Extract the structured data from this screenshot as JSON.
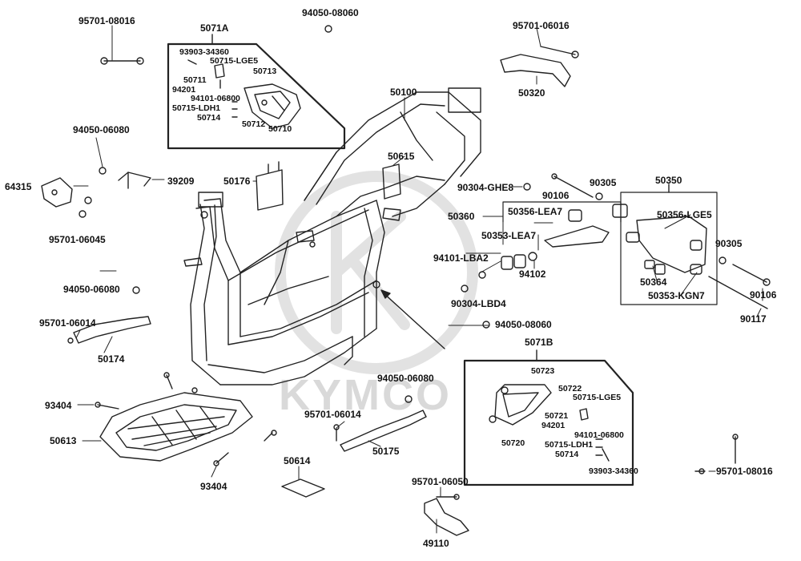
{
  "watermark": "KYMCO",
  "labels": {
    "l95701_08016_top": "95701-08016",
    "l5071A": "5071A",
    "l94050_08060_top": "94050-08060",
    "l95701_06016": "95701-06016",
    "l50320": "50320",
    "l93903_34360_a": "93903-34360",
    "l50715_LGE5_a": "50715-LGE5",
    "l50711": "50711",
    "l94201_a": "94201",
    "l50713": "50713",
    "l94101_06800_a": "94101-06800",
    "l50715_LDH1_a": "50715-LDH1",
    "l50714_a": "50714",
    "l50712": "50712",
    "l50710": "50710",
    "l50100": "50100",
    "l94050_06080_a": "94050-06080",
    "l64315": "64315",
    "l39209": "39209",
    "l50176": "50176",
    "l50615": "50615",
    "l90304_GHE8": "90304-GHE8",
    "l90305_a": "90305",
    "l50350": "50350",
    "l90106_a": "90106",
    "l95701_06045": "95701-06045",
    "l50360": "50360",
    "l50356_LEA7": "50356-LEA7",
    "l50356_LGE5": "50356-LGE5",
    "l50353_LEA7": "50353-LEA7",
    "l94101_LBA2": "94101-LBA2",
    "l94102": "94102",
    "l90305_b": "90305",
    "l50364": "50364",
    "l90106_b": "90106",
    "l90304_LBD4": "90304-LBD4",
    "l50353_KGN7": "50353-KGN7",
    "l90117": "90117",
    "l94050_06080_b": "94050-06080",
    "l94050_08060_mid": "94050-08060",
    "l95701_06014_a": "95701-06014",
    "l50174": "50174",
    "l5071B": "5071B",
    "l50723": "50723",
    "l50722": "50722",
    "l50715_LGE5_b": "50715-LGE5",
    "l50721": "50721",
    "l94201_b": "94201",
    "l94101_06800_b": "94101-06800",
    "l50720": "50720",
    "l50715_LDH1_b": "50715-LDH1",
    "l50714_b": "50714",
    "l93903_34360_b": "93903-34360",
    "l94050_06080_c": "94050-06080",
    "l93404_a": "93404",
    "l95701_06014_b": "95701-06014",
    "l50613": "50613",
    "l50175": "50175",
    "l50614": "50614",
    "l93404_b": "93404",
    "l95701_06050": "95701-06050",
    "l49110": "49110",
    "l95701_08016_bot": "95701-08016"
  }
}
